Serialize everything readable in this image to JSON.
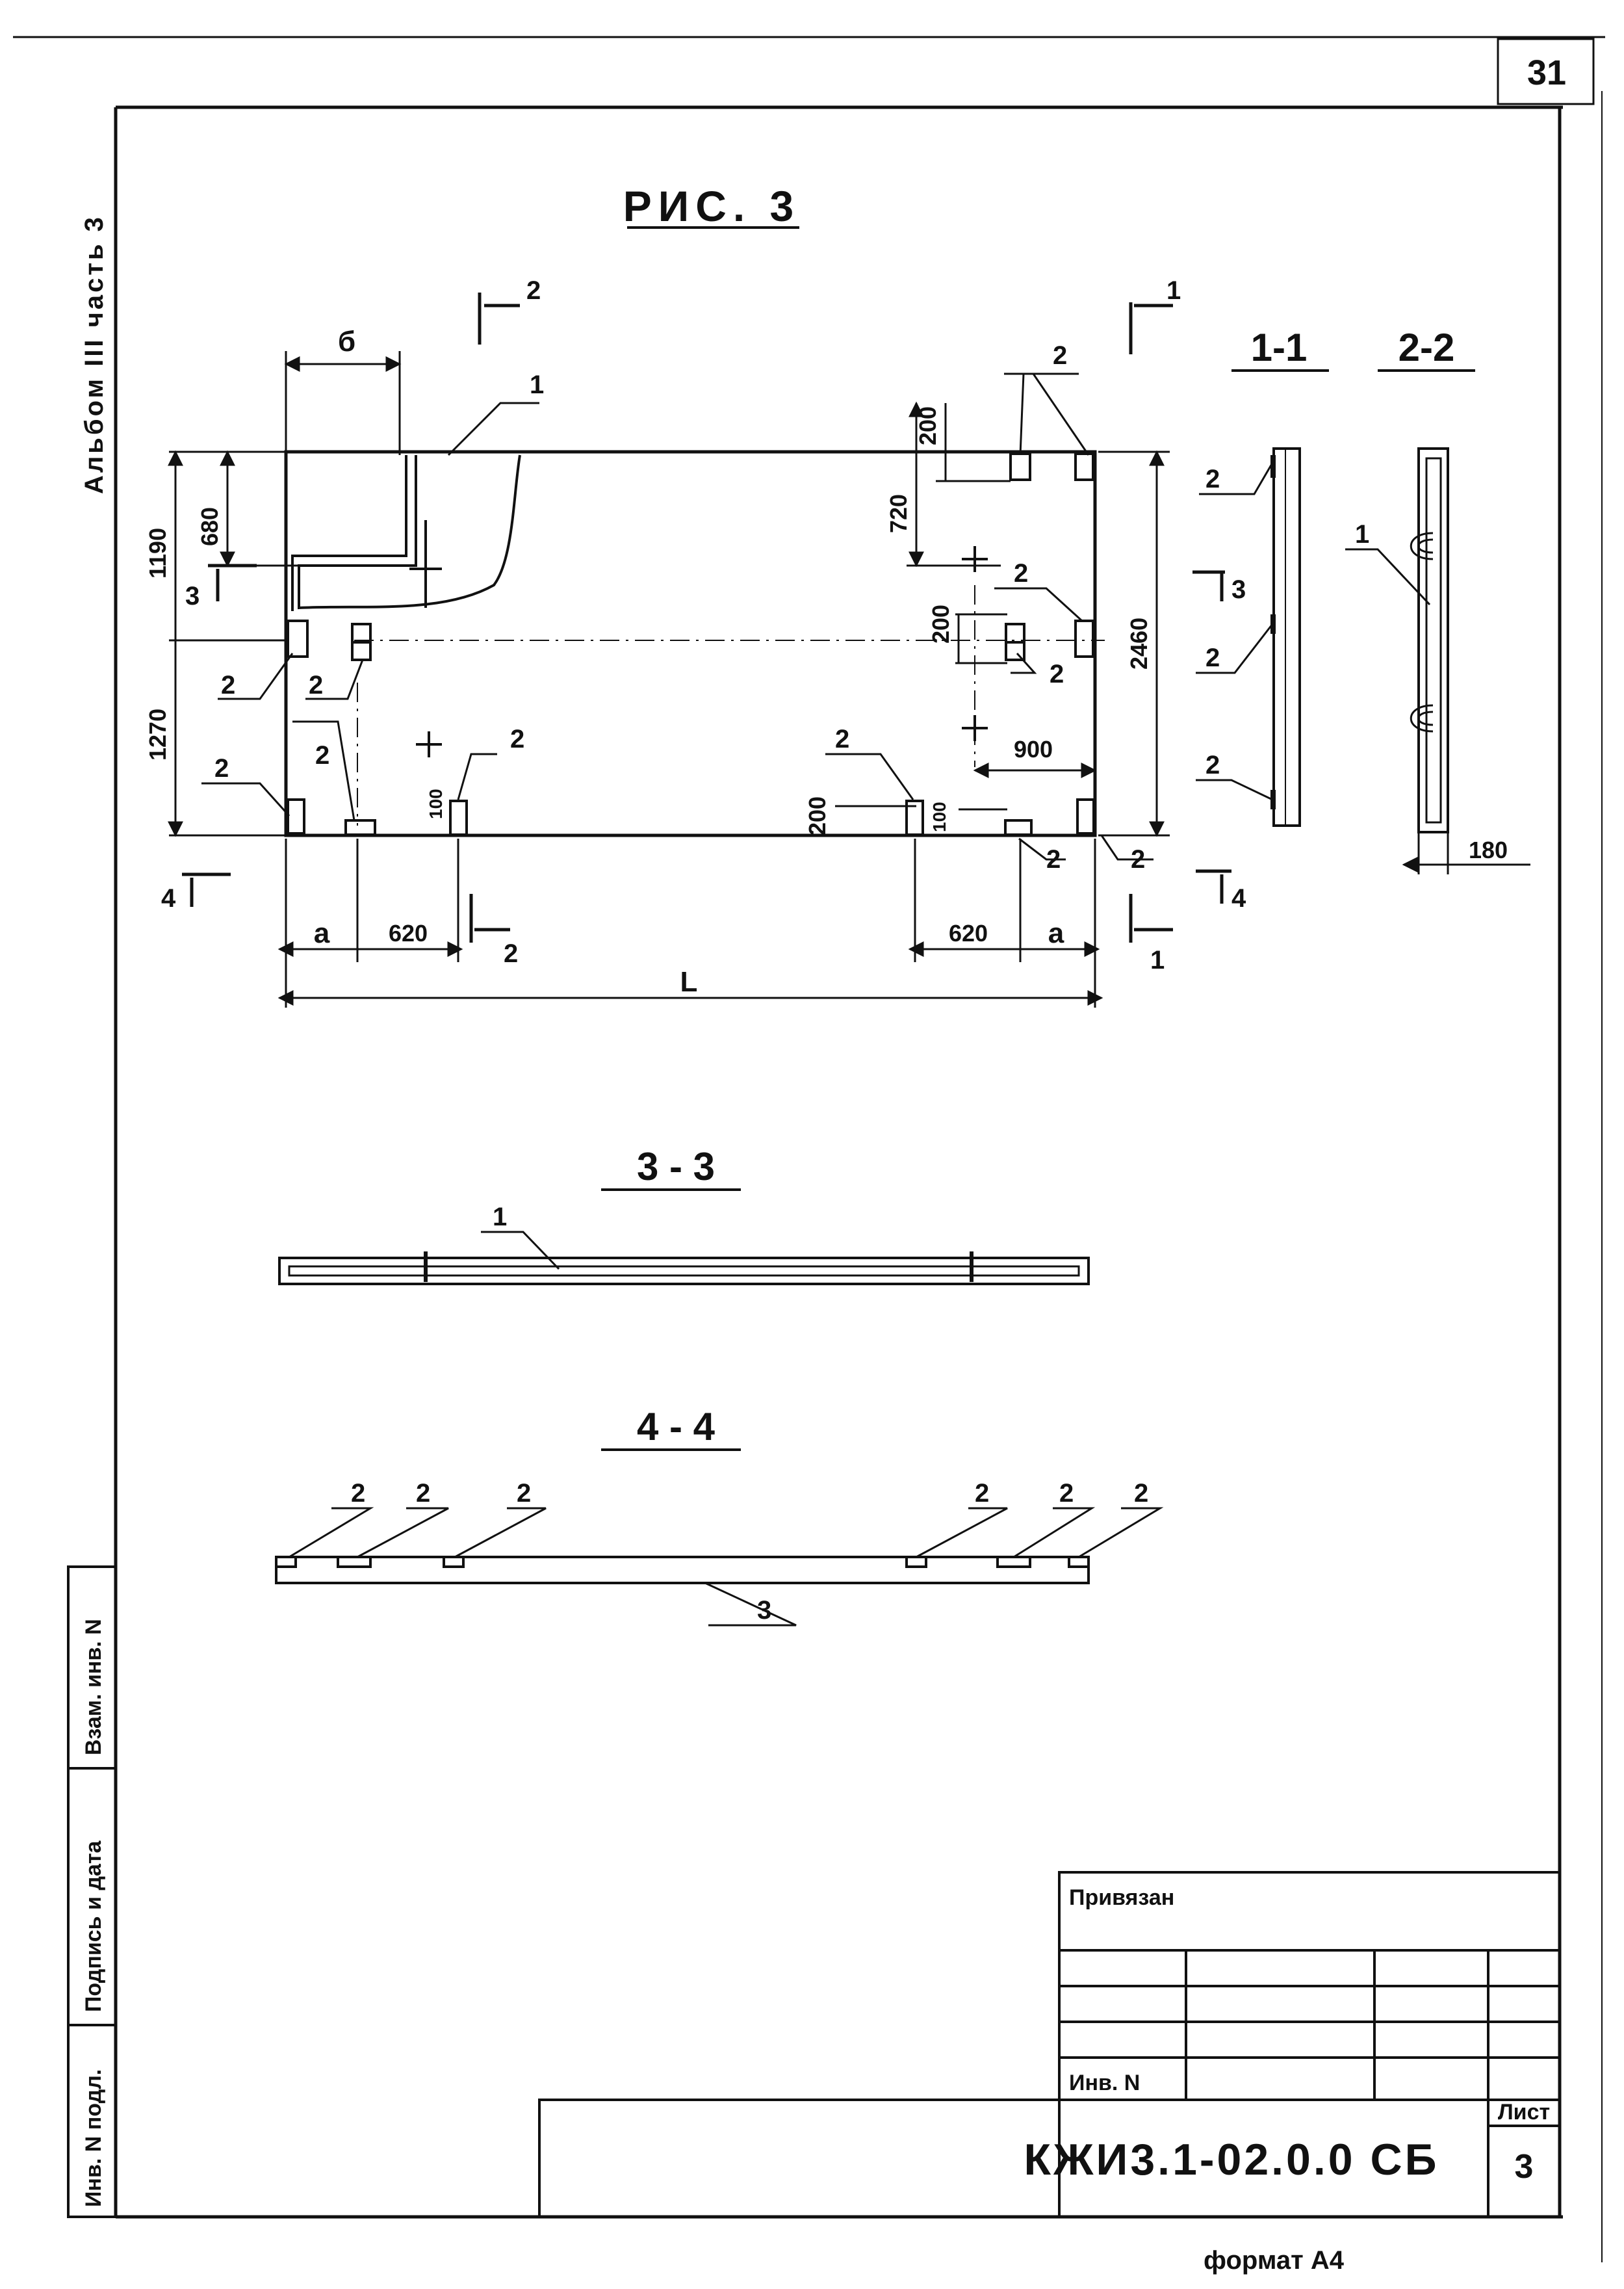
{
  "sheet": {
    "page_number": "31",
    "side_title": "Альбом III часть 3",
    "format_note": "формат А4"
  },
  "side_stamp": {
    "cells": [
      "Взам. инв. N",
      "Подпись и дата",
      "Инв. N подл."
    ]
  },
  "title_block": {
    "privyazan": "Привязан",
    "inv_label": "Инв. N",
    "sheet_label": "Лист",
    "sheet_value": "3",
    "doc_code": "КЖИ3.1-02.0.0 СБ"
  },
  "drawing": {
    "figure_title": "РИС. 3",
    "plan": {
      "dims": {
        "d1190": "1190",
        "d680": "680",
        "d1270": "1270",
        "d720": "720",
        "d200a": "200",
        "d200b": "200",
        "d200c": "200",
        "d2460": "2460",
        "d900": "900",
        "d100a": "100",
        "d100b": "100",
        "d620l": "620",
        "d620r": "620",
        "a_left": "а",
        "a_right": "а",
        "L": "L",
        "b": "б"
      },
      "section_marks": {
        "s1_top": "1",
        "s1_bottom": "1",
        "s2_top": "2",
        "s2_bottom": "2",
        "s3_left": "3",
        "s3_right": "3",
        "s4_left": "4",
        "s4_right": "4"
      },
      "pos": "2",
      "pos1": "1"
    },
    "sections": {
      "s11": "1-1",
      "s22": "2-2",
      "s33": "3 - 3",
      "s44": "4 - 4",
      "dim180": "180",
      "pos1": "1",
      "pos2": "2",
      "pos3": "3"
    }
  }
}
